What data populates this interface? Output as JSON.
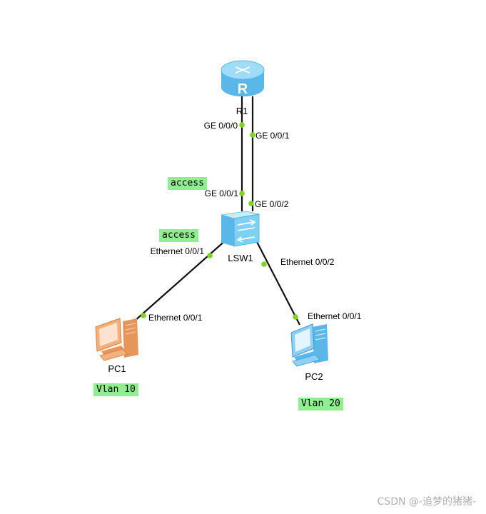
{
  "devices": {
    "router": {
      "label": "R1"
    },
    "switch": {
      "label": "LSW1"
    },
    "pc1": {
      "label": "PC1"
    },
    "pc2": {
      "label": "PC2"
    }
  },
  "ports": {
    "r1_ge000": "GE 0/0/0",
    "r1_ge001": "GE 0/0/1",
    "sw_ge001": "GE 0/0/1",
    "sw_ge002": "GE 0/0/2",
    "sw_eth001": "Ethernet 0/0/1",
    "sw_eth002": "Ethernet 0/0/2",
    "pc1_eth001": "Ethernet 0/0/1",
    "pc2_eth001": "Ethernet 0/0/1"
  },
  "tags": {
    "access_top": "access",
    "access_mid": "access",
    "vlan10": "Vlan 10",
    "vlan20": "Vlan 20"
  },
  "watermark": "CSDN @-追梦的猪猪-",
  "colors": {
    "link": "#111111",
    "port_dot": "#7ed321",
    "tag_bg": "#90ee90",
    "router": "#6cc8f0",
    "switch": "#7fd0f5",
    "pc1": "#f4b07a",
    "pc2": "#8ecff5"
  }
}
